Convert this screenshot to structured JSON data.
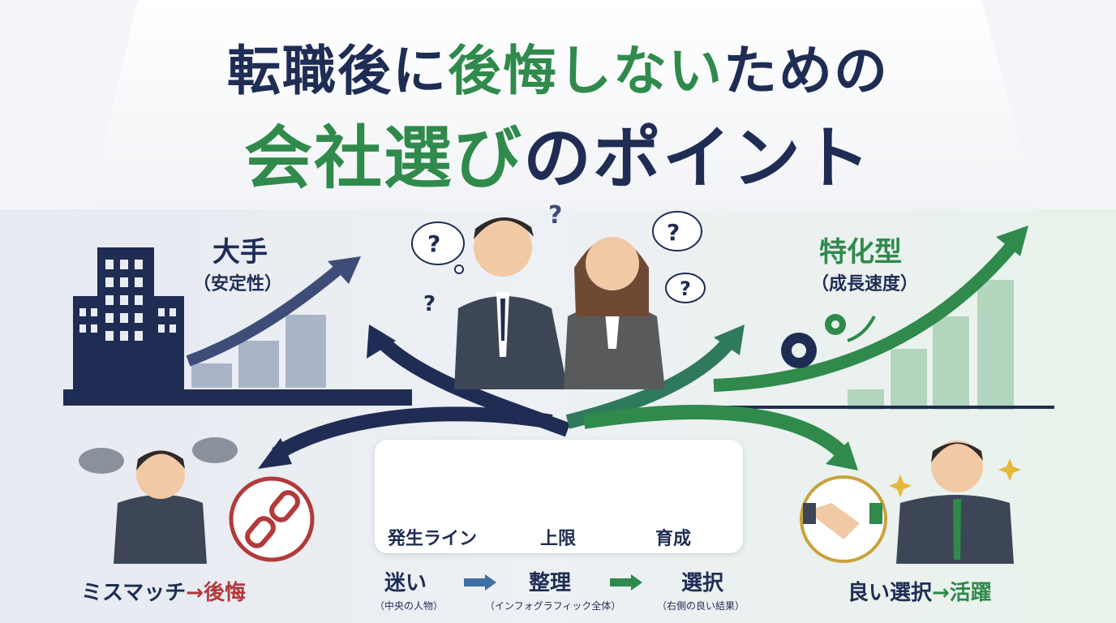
{
  "title": {
    "line1_part1": "転職後に",
    "line1_part2": "後悔しない",
    "line1_part3": "ための",
    "line2_part1": "会社選び",
    "line2_part2": "のポイント"
  },
  "left_option": {
    "title": "大手",
    "subtitle": "（安定性）"
  },
  "right_option": {
    "title": "特化型",
    "subtitle": "（成長速度）"
  },
  "bad_outcome": {
    "part1": "ミスマッチ",
    "part2": "→後悔"
  },
  "good_outcome": {
    "part1": "良い選択",
    "part2": "→活躍"
  },
  "center_items": [
    {
      "label": "発生ライン",
      "icon": "barrier-icon"
    },
    {
      "label": "上限",
      "icon": "target-icon"
    },
    {
      "label": "育成",
      "icon": "sprout-hand-icon"
    }
  ],
  "flow": [
    {
      "label": "迷い",
      "note": "（中央の人物）"
    },
    {
      "label": "整理",
      "note": "（インフォグラフィック全体）"
    },
    {
      "label": "選択",
      "note": "（右側の良い結果）"
    }
  ],
  "thought_marks": [
    "?",
    "?",
    "?",
    "?",
    "?"
  ],
  "colors": {
    "navy": "#1f2d55",
    "green": "#2f8a4c",
    "red": "#b23a3a"
  }
}
